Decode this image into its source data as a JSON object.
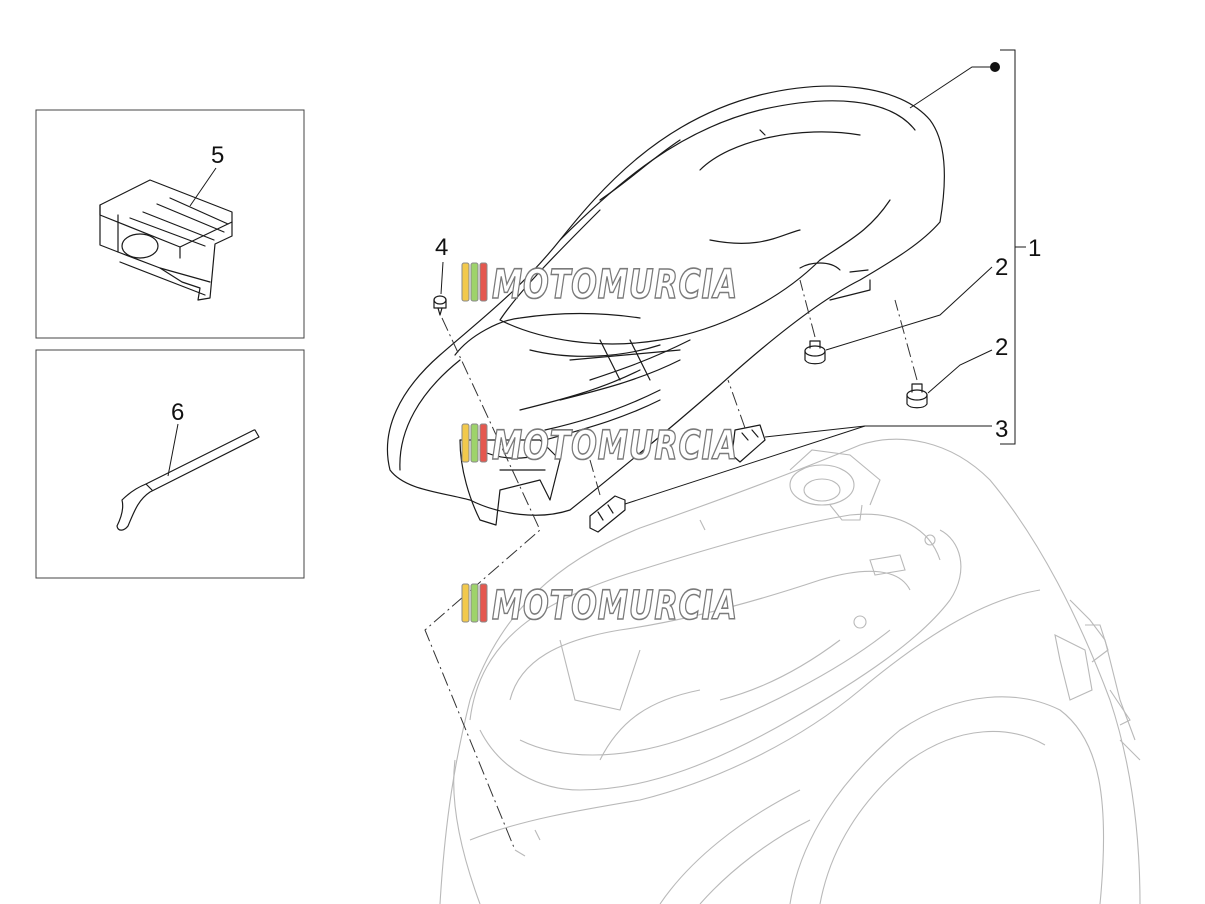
{
  "callouts": {
    "part_1": "1",
    "part_2a": "2",
    "part_2b": "2",
    "part_3": "3",
    "part_4": "4",
    "part_5": "5",
    "part_6": "6"
  },
  "watermark": {
    "text": "MOTOMURCIA",
    "colors": [
      "#f2c94c",
      "#9ed36a",
      "#e4584f"
    ]
  }
}
